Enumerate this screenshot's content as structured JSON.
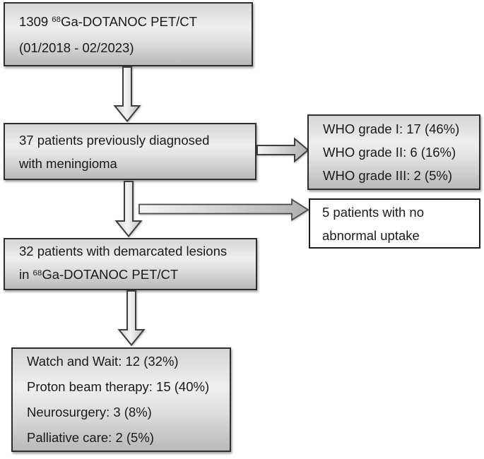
{
  "flow": {
    "start_box": {
      "line1_prefix": "1309 ",
      "line1_sup": "68",
      "line1_suffix": "Ga-DOTANOC PET/CT",
      "line2": "(01/2018 - 02/2023)"
    },
    "diagnosed_box": {
      "line1": "37 patients previously diagnosed",
      "line2": "with meningioma"
    },
    "who_grade_box": {
      "lines": [
        "WHO grade I: 17 (46%)",
        "WHO grade II: 6 (16%)",
        "WHO grade III: 2 (5%)"
      ]
    },
    "no_uptake_box": {
      "line1": "5 patients with no",
      "line2": "abnormal uptake"
    },
    "lesions_box": {
      "line1": "32 patients with demarcated lesions",
      "line2_prefix": "in ",
      "line2_sup": "68",
      "line2_suffix": "Ga-DOTANOC PET/CT"
    },
    "management_box": {
      "lines": [
        "Watch and Wait: 12 (32%)",
        "Proton beam therapy: 15 (40%)",
        "Neurosurgery: 3 (8%)",
        "Palliative care: 2 (5%)"
      ]
    }
  },
  "colors": {
    "background": "#ffffff",
    "text": "#1a1a1a",
    "box_border": "#2e2e2e",
    "box_fill_top": "#e9e9e9",
    "box_fill_bottom": "#b9b9b9",
    "plain_box_border": "#1c1c1c",
    "arrow_stroke": "#3f3f3f",
    "arrow_fill_light": "#f2f2f2",
    "arrow_fill_dark": "#b5b5b5"
  }
}
